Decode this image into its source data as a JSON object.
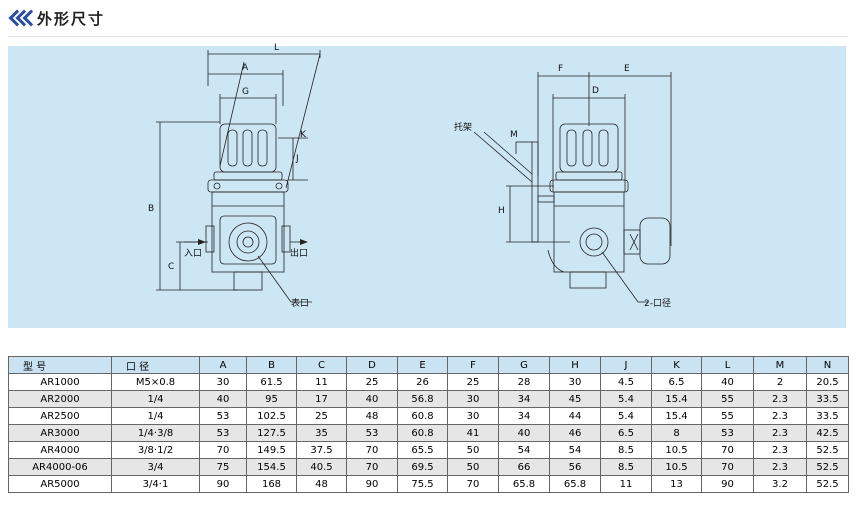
{
  "header": {
    "title": "外形尺寸"
  },
  "drawing": {
    "left_labels": {
      "L": "L",
      "A": "A",
      "G": "G",
      "K": "K",
      "J": "J",
      "B": "B",
      "C": "C",
      "inlet": "入口",
      "outlet": "出口",
      "gauge_port": "表口"
    },
    "right_labels": {
      "F": "F",
      "E": "E",
      "D": "D",
      "bracket": "托架",
      "M": "M",
      "H": "H",
      "port": "2-口径"
    }
  },
  "table": {
    "headers": [
      "型 号",
      "口 径",
      "A",
      "B",
      "C",
      "D",
      "E",
      "F",
      "G",
      "H",
      "J",
      "K",
      "L",
      "M",
      "N"
    ],
    "rows": [
      [
        "AR1000",
        "M5×0.8",
        "30",
        "61.5",
        "11",
        "25",
        "26",
        "25",
        "28",
        "30",
        "4.5",
        "6.5",
        "40",
        "2",
        "20.5"
      ],
      [
        "AR2000",
        "1/4",
        "40",
        "95",
        "17",
        "40",
        "56.8",
        "30",
        "34",
        "45",
        "5.4",
        "15.4",
        "55",
        "2.3",
        "33.5"
      ],
      [
        "AR2500",
        "1/4",
        "53",
        "102.5",
        "25",
        "48",
        "60.8",
        "30",
        "34",
        "44",
        "5.4",
        "15.4",
        "55",
        "2.3",
        "33.5"
      ],
      [
        "AR3000",
        "1/4·3/8",
        "53",
        "127.5",
        "35",
        "53",
        "60.8",
        "41",
        "40",
        "46",
        "6.5",
        "8",
        "53",
        "2.3",
        "42.5"
      ],
      [
        "AR4000",
        "3/8·1/2",
        "70",
        "149.5",
        "37.5",
        "70",
        "65.5",
        "50",
        "54",
        "54",
        "8.5",
        "10.5",
        "70",
        "2.3",
        "52.5"
      ],
      [
        "AR4000-06",
        "3/4",
        "75",
        "154.5",
        "40.5",
        "70",
        "69.5",
        "50",
        "66",
        "56",
        "8.5",
        "10.5",
        "70",
        "2.3",
        "52.5"
      ],
      [
        "AR5000",
        "3/4·1",
        "90",
        "168",
        "48",
        "90",
        "75.5",
        "70",
        "65.8",
        "65.8",
        "11",
        "13",
        "90",
        "3.2",
        "52.5"
      ]
    ]
  }
}
